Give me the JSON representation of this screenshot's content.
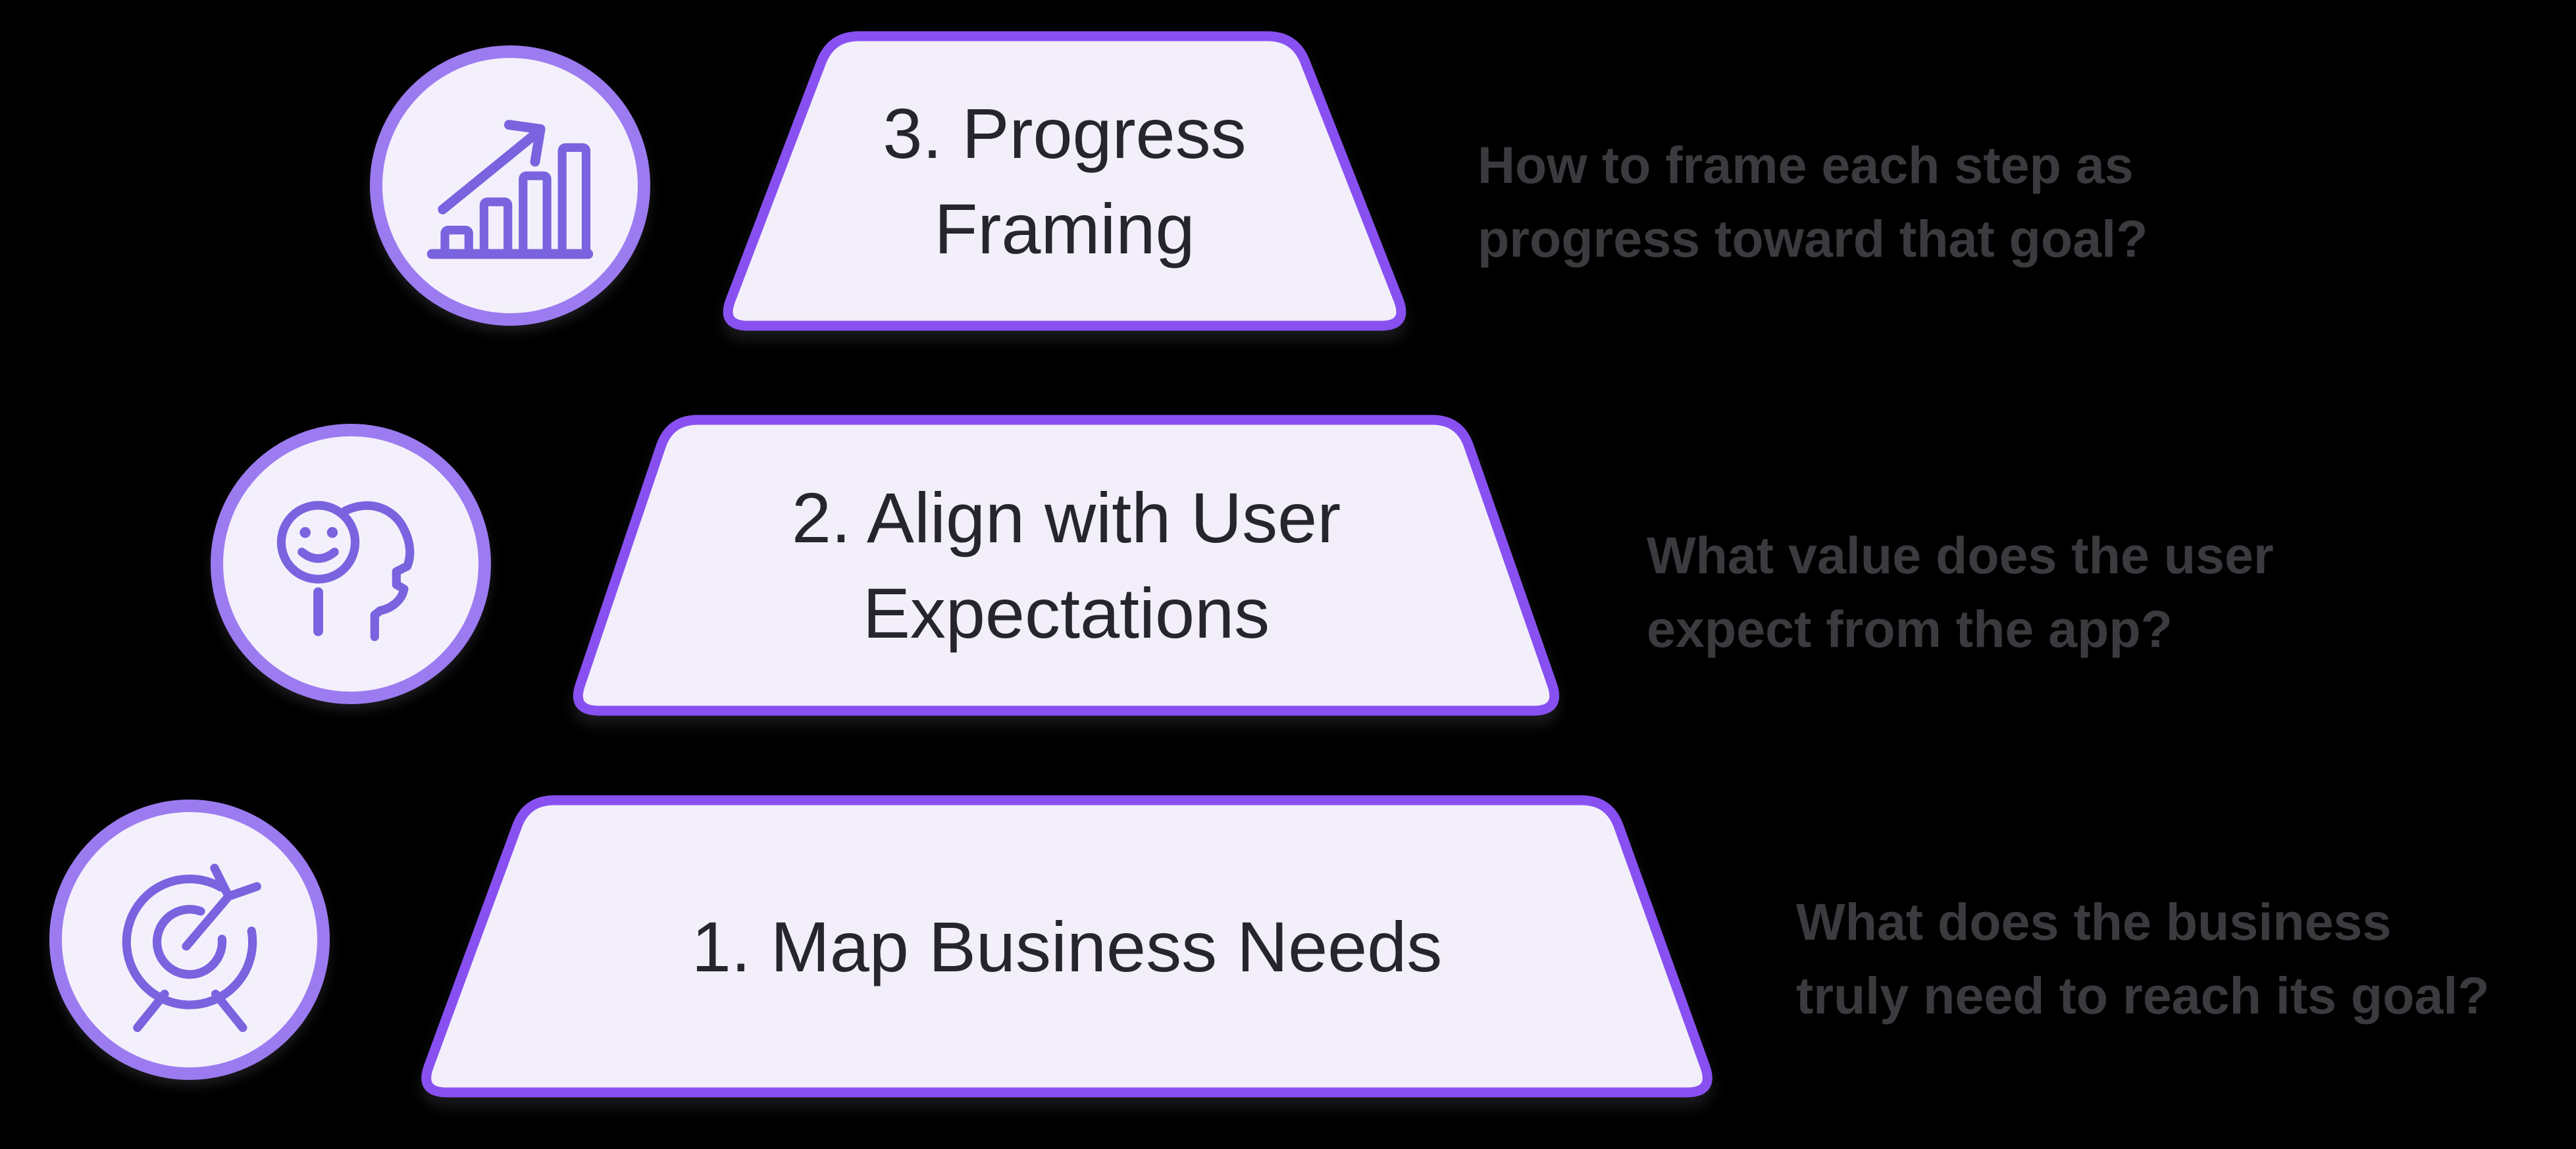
{
  "title": "Pyramid diagram mapping business needs to progress framing",
  "background_color": "#000000",
  "colors": {
    "background": "#000000",
    "trapezoid_fill": "#F2EEFA",
    "trapezoid_border": "#8850F1",
    "circle_fill": "#F3F0FB",
    "circle_ring": "#9C7BF0",
    "icon_stroke": "#7A63DF",
    "label_color": "#26242C",
    "annotation_color": "#3B3B3F"
  },
  "rows": [
    {
      "step": "3",
      "label": "3. Progress\nFraming",
      "icon": "trend-chart-icon",
      "annotation": "How to frame each step as\nprogress toward that goal?"
    },
    {
      "step": "2",
      "label": "2. Align with User\nExpectations",
      "icon": "smiley-head-icon",
      "annotation": "What value does the user\nexpect from the app?"
    },
    {
      "step": "1",
      "label": "1. Map Business Needs",
      "icon": "target-dart-icon",
      "annotation": "What does the business\ntruly need to reach its goal?"
    }
  ]
}
